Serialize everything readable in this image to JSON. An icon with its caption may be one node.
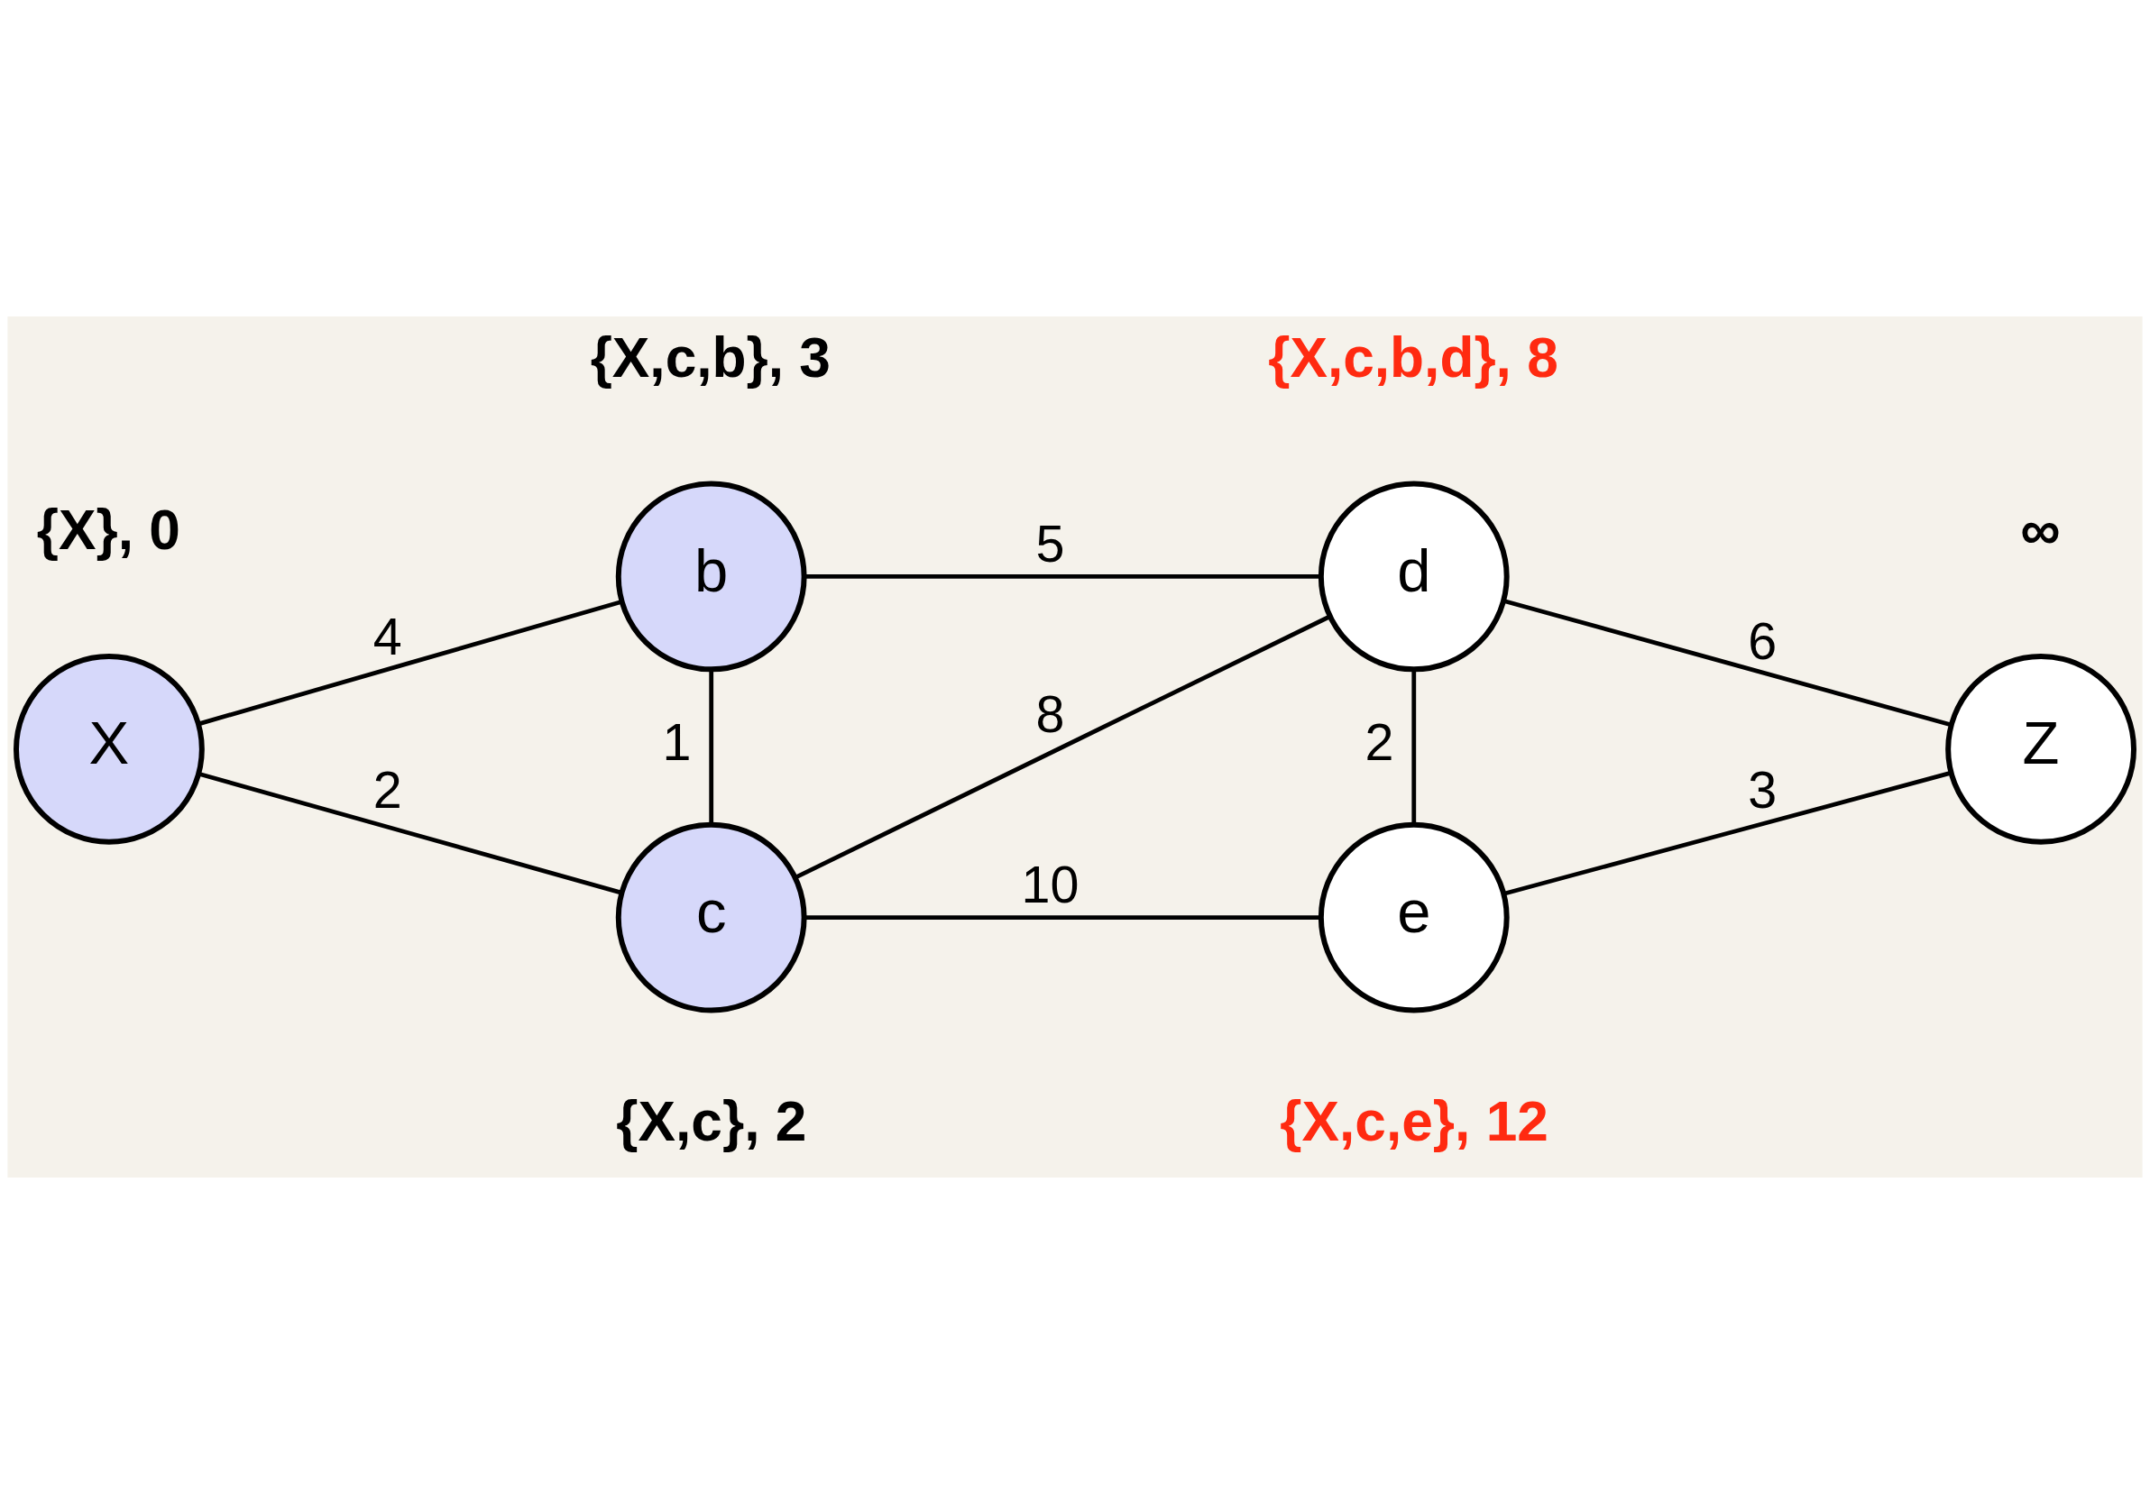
{
  "diagram": {
    "nodes": [
      {
        "text": [
          "X"
        ],
        "beside": [
          "{X}, 0"
        ]
      },
      {
        "text": [
          "b"
        ],
        "beside": [
          "{X,c,b}, 3"
        ]
      },
      {
        "text": [
          "c"
        ],
        "beside": [
          "{X,c}, 2"
        ]
      },
      {
        "text": [
          "d"
        ],
        "beside": [
          "{X,c,b,d}, 8"
        ]
      },
      {
        "text": [
          "e"
        ],
        "beside": [
          "{X,c,e}, 12"
        ]
      },
      {
        "text": [
          "Z"
        ],
        "beside": [
          "∞"
        ]
      }
    ],
    "edges": [
      {
        "from": 0,
        "to": 1,
        "arrow": "none",
        "label": "4"
      },
      {
        "from": 0,
        "to": 2,
        "arrow": "none",
        "label": "2"
      },
      {
        "from": 1,
        "to": 2,
        "arrow": "none",
        "label": "1"
      },
      {
        "from": 1,
        "to": 3,
        "arrow": "none",
        "label": "5"
      },
      {
        "from": 2,
        "to": 3,
        "arrow": "none",
        "label": "8"
      },
      {
        "from": 2,
        "to": 4,
        "arrow": "none",
        "label": "10"
      },
      {
        "from": 3,
        "to": 4,
        "arrow": "none",
        "label": "2"
      },
      {
        "from": 3,
        "to": 5,
        "arrow": "none",
        "label": "6"
      },
      {
        "from": 4,
        "to": 5,
        "arrow": "none",
        "label": "3"
      }
    ]
  }
}
